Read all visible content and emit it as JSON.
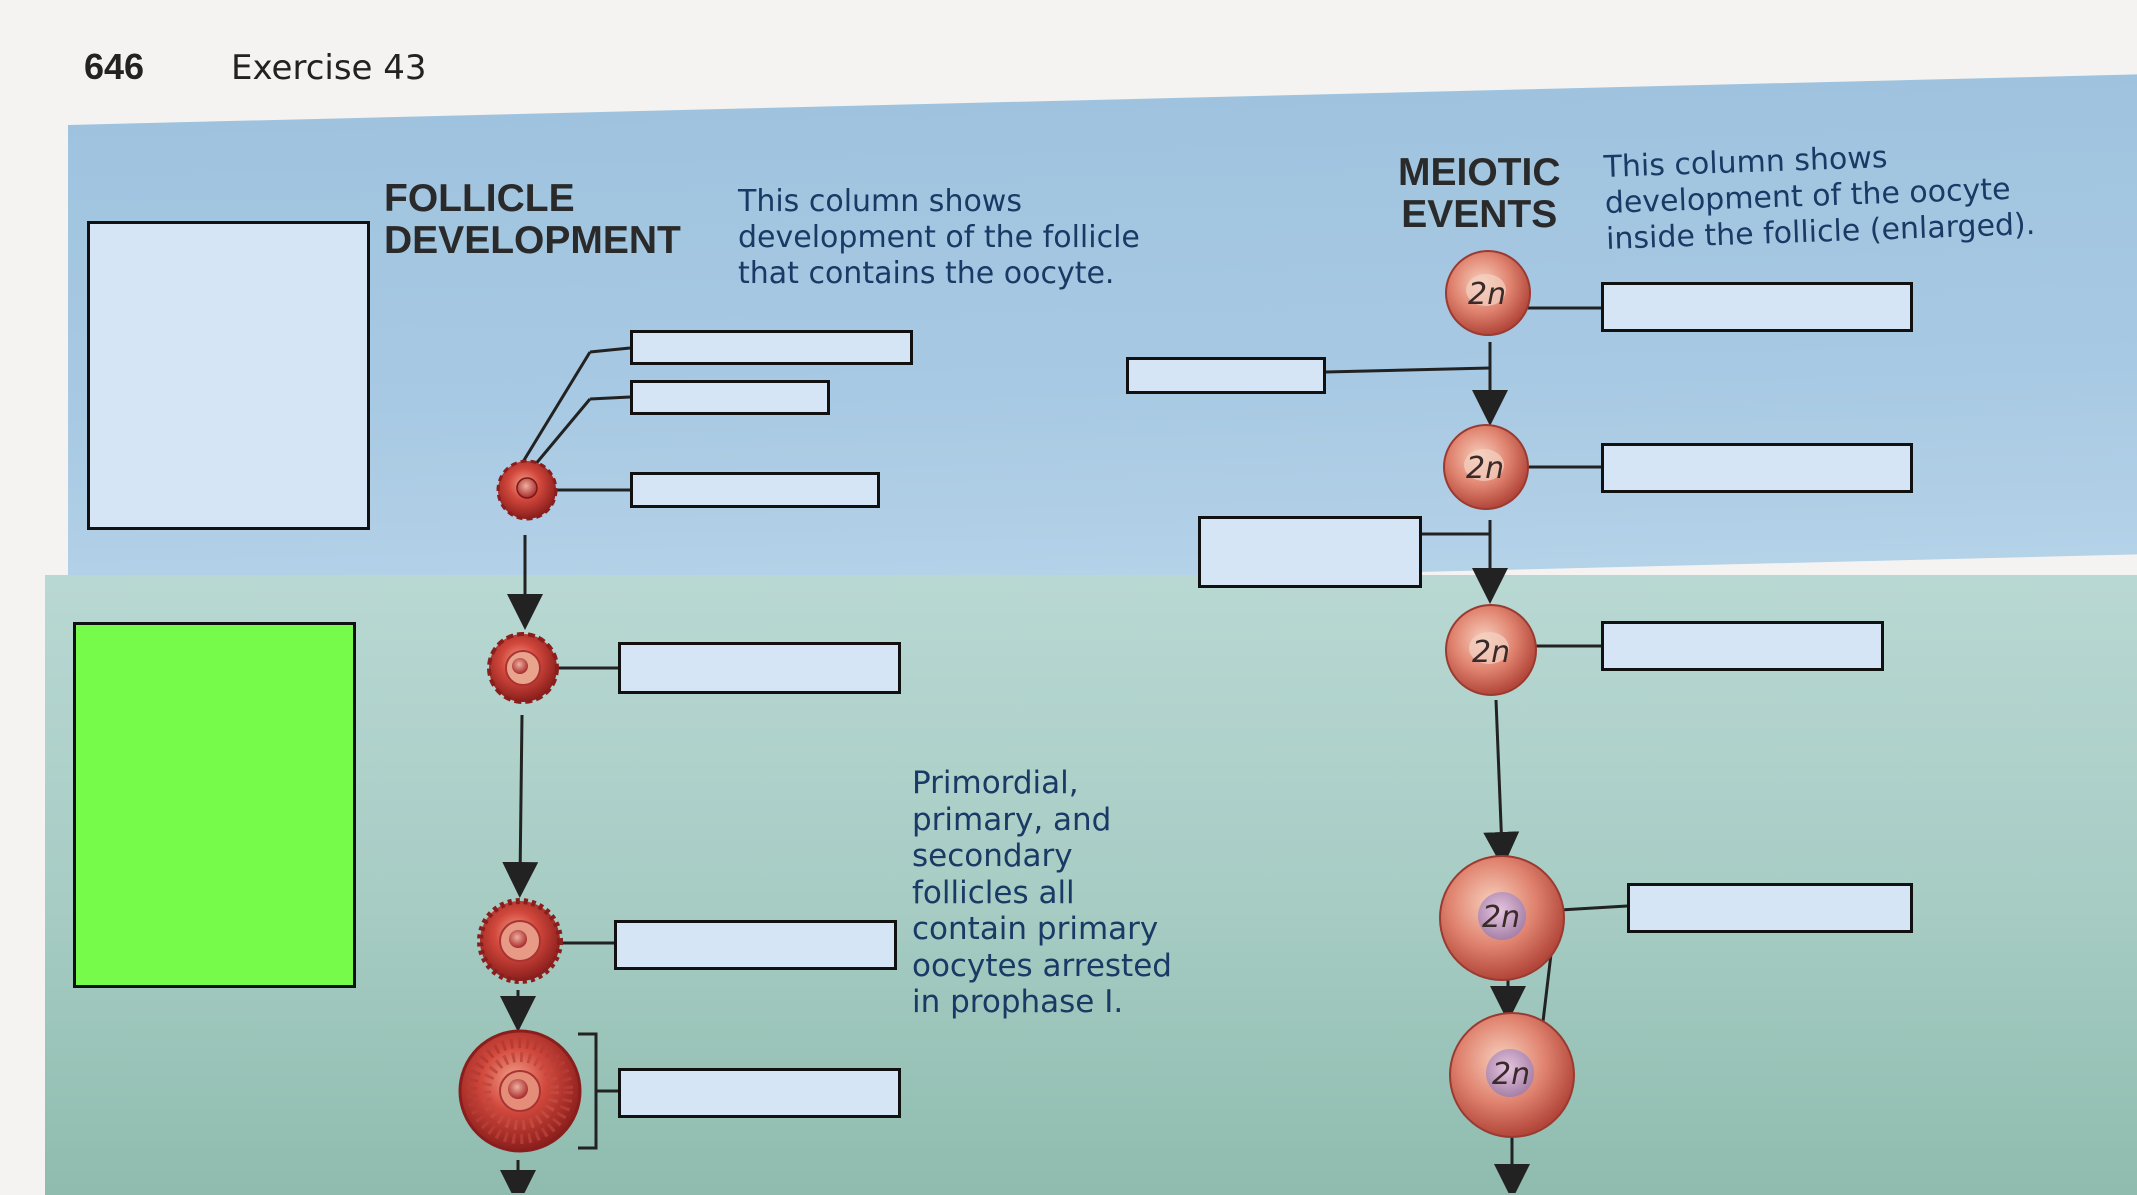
{
  "header": {
    "page_number": "646",
    "exercise": "Exercise 43"
  },
  "follicle_column": {
    "title_line1": "FOLLICLE",
    "title_line2": "DEVELOPMENT",
    "description": [
      "This column shows",
      "development of the follicle",
      "that contains the oocyte."
    ]
  },
  "meiotic_column": {
    "title_line1": "MEIOTIC",
    "title_line2": "EVENTS",
    "description": [
      "This column shows",
      "development of the oocyte",
      "inside the follicle (enlarged)."
    ]
  },
  "note": [
    "Primordial,",
    "primary, and",
    "secondary",
    "follicles all",
    "contain primary",
    "oocytes arrested",
    "in prophase I."
  ],
  "oocyte_label": "2n",
  "colors": {
    "label_box": "#d6e5f5",
    "highlight_box": "#76fb4a",
    "band_top": "#a8c9e3",
    "band_bottom": "#a8cdc5"
  }
}
